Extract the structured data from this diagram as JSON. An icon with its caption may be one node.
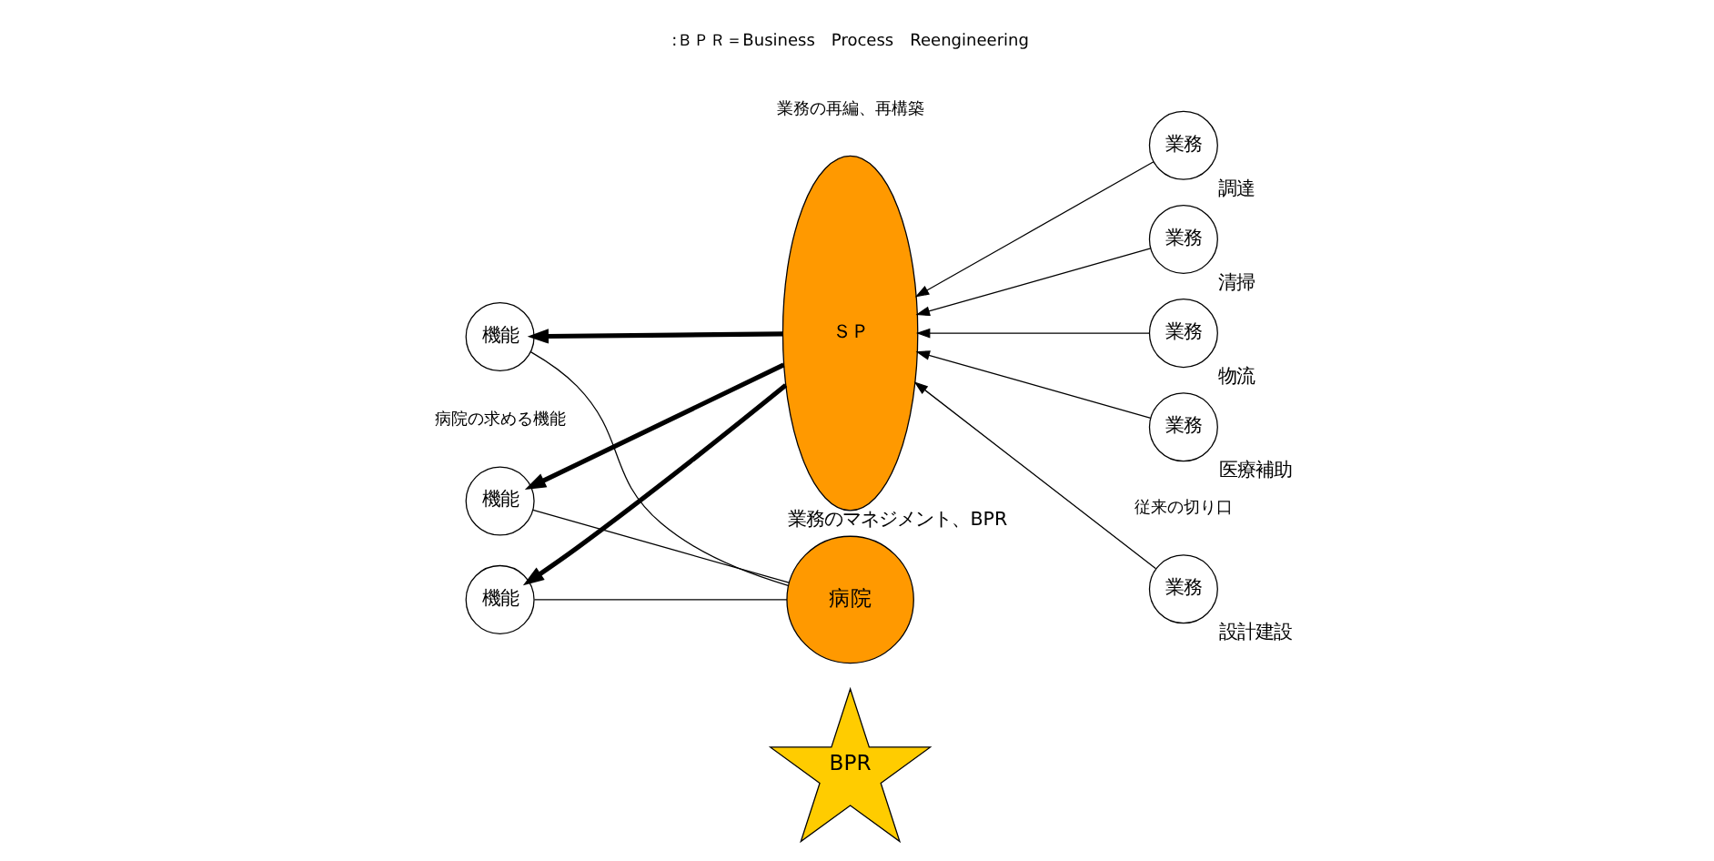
{
  "diagram": {
    "nodes": [
      {
        "text": [
          "病院"
        ]
      },
      {
        "text": [
          "機能"
        ]
      },
      {
        "text": [
          "機能"
        ]
      },
      {
        "text": [
          "機能"
        ]
      },
      {
        "text": [
          "BPR"
        ]
      },
      {
        "text": [
          "ＳＰ"
        ],
        "beside": [
          "業務のマネジメント、BPR"
        ]
      },
      {
        "text": [
          "業務"
        ],
        "beside": [
          "設計建設"
        ]
      },
      {
        "text": [
          "業務"
        ],
        "beside": [
          "物流"
        ]
      },
      {
        "text": [
          "業務"
        ],
        "beside": [
          "医療補助"
        ]
      },
      {
        "text": [
          "業務"
        ],
        "beside": [
          "調達"
        ]
      },
      {
        "text": [
          "業務"
        ],
        "beside": [
          "清掃"
        ]
      }
    ],
    "edges": [
      {
        "from": 0,
        "to": 1,
        "arrow": "none"
      },
      {
        "from": 0,
        "to": 2,
        "arrow": "none"
      },
      {
        "from": 0,
        "to": 3,
        "arrow": "none"
      },
      {
        "from": 5,
        "to": 1,
        "arrow": "to",
        "style": "thick"
      },
      {
        "from": 5,
        "to": 2,
        "arrow": "to",
        "style": "thick"
      },
      {
        "from": 5,
        "to": 3,
        "arrow": "to",
        "style": "thick"
      },
      {
        "from": 6,
        "to": 5,
        "arrow": "to"
      },
      {
        "from": 7,
        "to": 5,
        "arrow": "to"
      },
      {
        "from": 8,
        "to": 5,
        "arrow": "to"
      },
      {
        "from": 9,
        "to": 5,
        "arrow": "to"
      },
      {
        "from": 10,
        "to": 5,
        "arrow": "to"
      }
    ],
    "labels": [
      "従来の切り口",
      "病院の求める機能",
      ":ＢＰＲ＝Business　Process　Reengineering",
      "業務の再編、再構築"
    ]
  }
}
